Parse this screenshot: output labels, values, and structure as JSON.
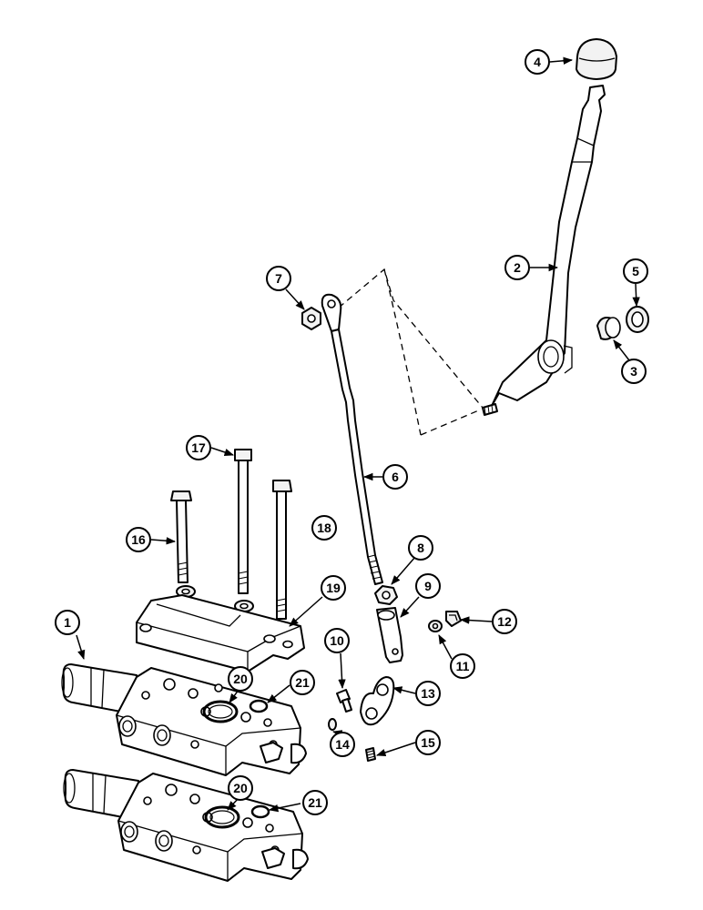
{
  "callouts": {
    "c1": "1",
    "c2": "2",
    "c3": "3",
    "c4": "4",
    "c5": "5",
    "c6": "6",
    "c7": "7",
    "c8": "8",
    "c9": "9",
    "c10": "10",
    "c11": "11",
    "c12": "12",
    "c13": "13",
    "c14": "14",
    "c15": "15",
    "c16": "16",
    "c17": "17",
    "c18": "18",
    "c19": "19",
    "c20a": "20",
    "c21a": "21",
    "c20b": "20",
    "c21b": "21"
  }
}
